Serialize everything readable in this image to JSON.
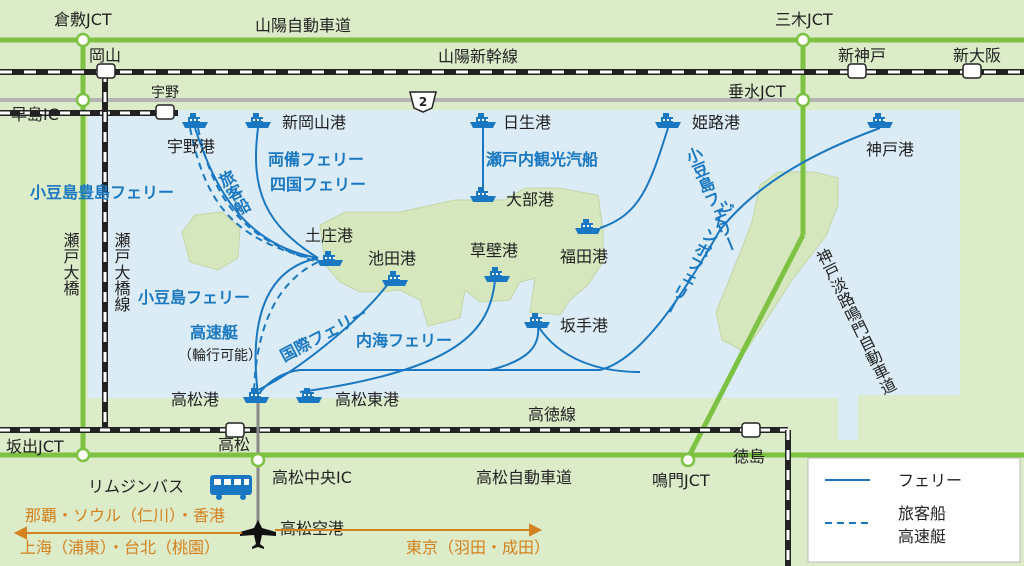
{
  "colors": {
    "sea": "#dcecf6",
    "land": "#dcebc8",
    "island": "#d6e6bd",
    "highway": "#7dc242",
    "ferry": "#1a78c2",
    "route_text": "#1a78c2",
    "intl": "#d4821f"
  },
  "highways": {
    "sanyo": "山陽自動車道",
    "takamatsu": "高松自動車道",
    "seto_ohashi": "瀬戸大橋",
    "kobe_awaji": "神戸淡路鳴門自動車道"
  },
  "junctions": {
    "kurashiki": "倉敷JCT",
    "miki": "三木JCT",
    "hayashima": "早島IC",
    "tarumi": "垂水JCT",
    "sakaide": "坂出JCT",
    "naruto": "鳴門JCT",
    "takamatsu_chuo": "高松中央IC"
  },
  "railways": {
    "shinkansen": "山陽新幹線",
    "seto_ohashi_line": "瀬戸大橋線",
    "kotoku": "高徳線"
  },
  "stations": {
    "okayama": "岡山",
    "shin_kobe": "新神戸",
    "shin_osaka": "新大阪",
    "uno": "宇野",
    "takamatsu": "高松",
    "tokushima": "徳島"
  },
  "route_number": "2",
  "ports": {
    "uno": "宇野港",
    "shin_okayama": "新岡山港",
    "hinase": "日生港",
    "himeji": "姫路港",
    "kobe": "神戸港",
    "tonosho": "土庄港",
    "ikeda": "池田港",
    "kusakabe": "草壁港",
    "fukuda": "福田港",
    "obe": "大部港",
    "sakate": "坂手港",
    "takamatsu": "高松港",
    "takamatsu_higashi": "高松東港"
  },
  "routes": {
    "shodoshima_teshima": "小豆島豊島フェリー",
    "ryobi": "両備フェリー",
    "shikoku": "四国フェリー",
    "setonai_kanko": "瀬戸内観光汽船",
    "ryokyakusen": "旅客船",
    "shodoshima_ferry_w": "小豆島フェリー",
    "shodoshima_ferry_e": "小豆島フェリー",
    "jumbo": "ジャンボフェリー",
    "kokusai": "国際フェリー",
    "naikai": "内海フェリー",
    "kosokutei": "高速艇",
    "rinko": "（輪行可能）"
  },
  "airport": {
    "name": "高松空港",
    "limousine": "リムジンバス",
    "intl_1": "那覇・ソウル（仁川）・香港",
    "intl_2": "上海（浦東）・台北（桃園）",
    "domestic": "東京（羽田・成田）"
  },
  "legend": {
    "ferry": "フェリー",
    "ryokyakusen": "旅客船",
    "kosokutei": "高速艇"
  }
}
